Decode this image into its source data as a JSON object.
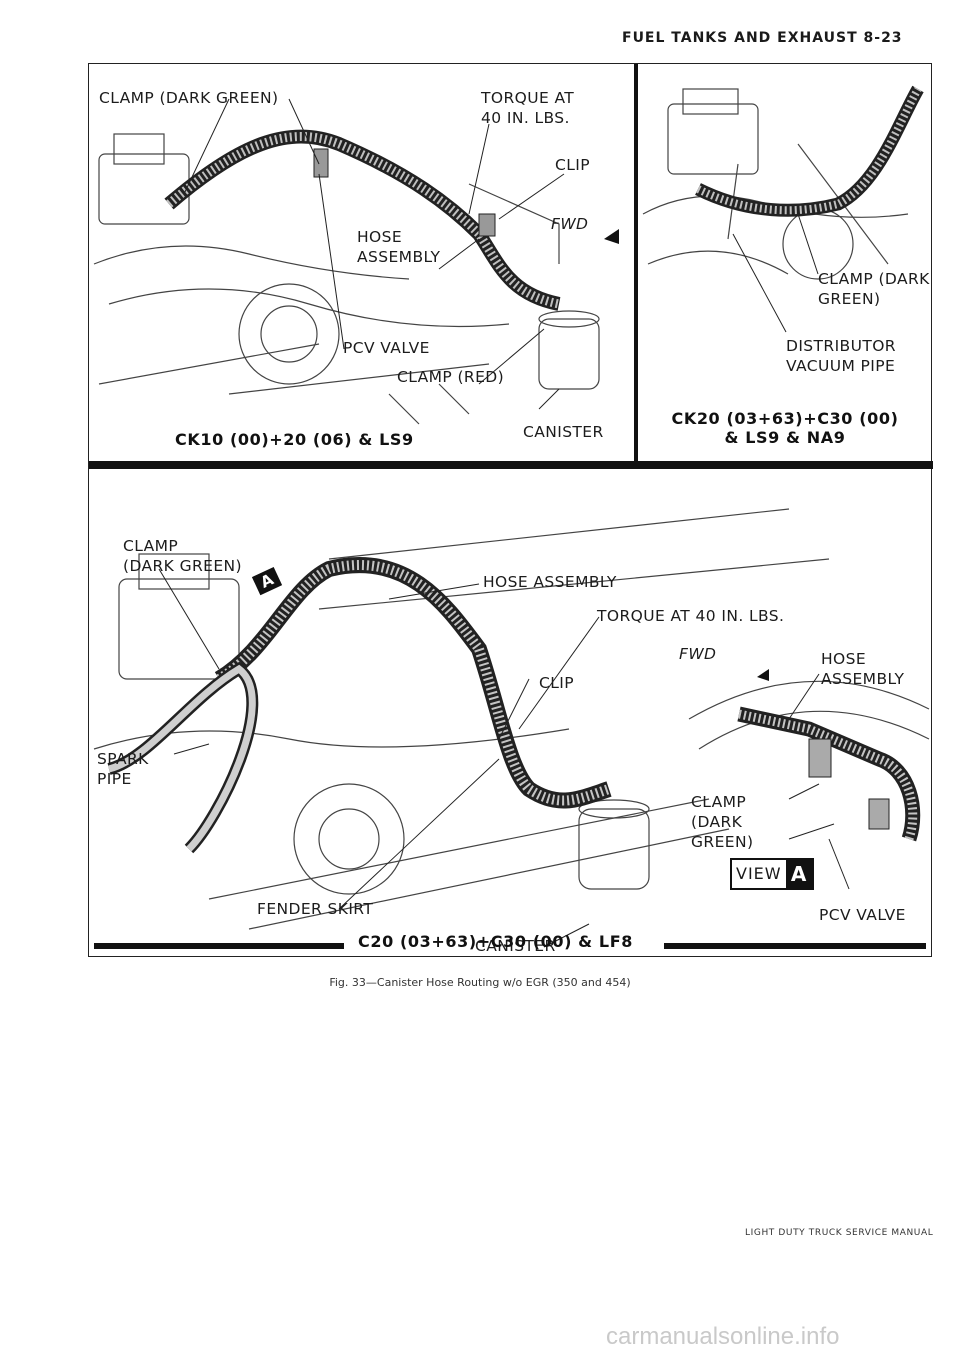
{
  "page": {
    "header": "FUEL TANKS AND EXHAUST 8-23",
    "figure_caption": "Fig. 33—Canister Hose Routing w/o EGR (350 and 454)",
    "footer": "LIGHT DUTY TRUCK SERVICE MANUAL",
    "watermark": "carmanualsonline.info"
  },
  "panel_top_left": {
    "labels": {
      "clamp_dark_green": "CLAMP (DARK GREEN)",
      "torque": "TORQUE AT\n40 IN. LBS.",
      "clip": "CLIP",
      "hose_assembly": "HOSE\nASSEMBLY",
      "fwd": "FWD",
      "pcv_valve": "PCV VALVE",
      "clamp_red": "CLAMP (RED)",
      "canister": "CANISTER"
    },
    "caption": "CK10 (00)+20 (06) & LS9"
  },
  "panel_top_right": {
    "labels": {
      "clamp_dark_green": "CLAMP (DARK\nGREEN)",
      "distributor_pipe": "DISTRIBUTOR\nVACUUM PIPE"
    },
    "caption": "CK20 (03+63)+C30 (00)\n& LS9 & NA9"
  },
  "panel_bottom": {
    "labels": {
      "clamp_dark_green": "CLAMP\n(DARK GREEN)",
      "view_marker": "A",
      "hose_assembly": "HOSE ASSEMBLY",
      "torque": "TORQUE AT 40 IN. LBS.",
      "fwd": "FWD",
      "hose_assembly_2": "HOSE\nASSEMBLY",
      "clip": "CLIP",
      "spark_pipe": "SPARK\nPIPE",
      "clamp_dark_green_2": "CLAMP\n(DARK\nGREEN)",
      "fender_skirt": "FENDER SKIRT",
      "canister": "CANISTER",
      "pcv_valve": "PCV VALVE",
      "view_text": "VIEW",
      "view_letter": "A"
    },
    "caption": "C20 (03+63)+C30 (00) & LF8"
  }
}
